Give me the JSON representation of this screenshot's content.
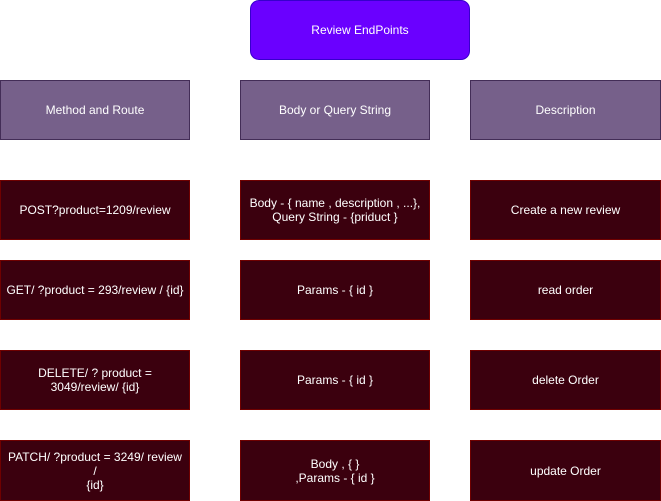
{
  "title": "Review EndPoints",
  "headers": {
    "route": "Method and Route",
    "body": "Body or Query String",
    "description": "Description"
  },
  "rows": [
    {
      "route": "POST?product=1209/review",
      "body": "Body - { name , description , ...},\nQuery String - {priduct }",
      "description": "Create a new review"
    },
    {
      "route": "GET/ ?product = 293/review / {id}",
      "body": "Params - { id }",
      "description": "read order"
    },
    {
      "route": "DELETE/  ? product =\n3049/review/ {id}",
      "body": "Params - { id }",
      "description": "delete Order"
    },
    {
      "route": "PATCH/ ?product = 3249/ review /\n{id}",
      "body": "Body , { }\n,Params - { id }",
      "description": "update Order"
    }
  ],
  "colors": {
    "title_fill": "#6a00ff",
    "header_fill": "#76608a",
    "cell_fill": "#3b000e",
    "cell_border": "#6f0000"
  }
}
